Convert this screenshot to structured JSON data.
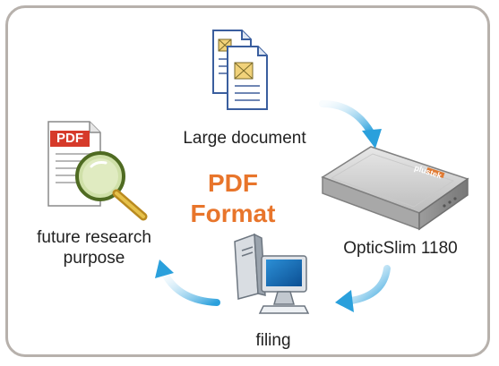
{
  "title": {
    "line1": "PDF",
    "line2": "Format"
  },
  "nodes": {
    "document": {
      "label": "Large document"
    },
    "scanner": {
      "label": "OpticSlim 1180",
      "brand": "plustek"
    },
    "computer": {
      "label": "filing"
    },
    "research": {
      "label_line1": "future research",
      "label_line2": "purpose",
      "badge": "PDF"
    }
  },
  "colors": {
    "accent": "#e8752b",
    "arrow": "#2aa0dc",
    "border": "#b7b1ac",
    "pdf_red": "#d63a2a"
  },
  "icons": {
    "document": "documents-icon",
    "scanner": "scanner-icon",
    "computer": "computer-icon",
    "research": "pdf-magnifier-icon"
  }
}
